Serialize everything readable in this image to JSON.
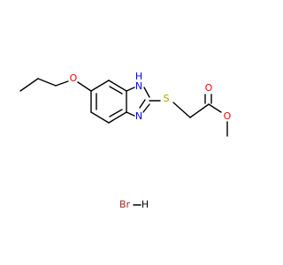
{
  "molecule": {
    "atoms": {
      "o_ether": "O",
      "n_h": "N",
      "h_on_n": "H",
      "n_ring": "N",
      "s_thio": "S",
      "o_carbonyl": "O",
      "o_ester": "O",
      "br": "Br",
      "h_salt": "H"
    },
    "colors": {
      "bond": "#000000",
      "oxygen": "#ff0000",
      "nitrogen": "#0000ff",
      "sulfur": "#b2a200",
      "bromine": "#a52a2a",
      "hydrogen": "#000000"
    }
  }
}
